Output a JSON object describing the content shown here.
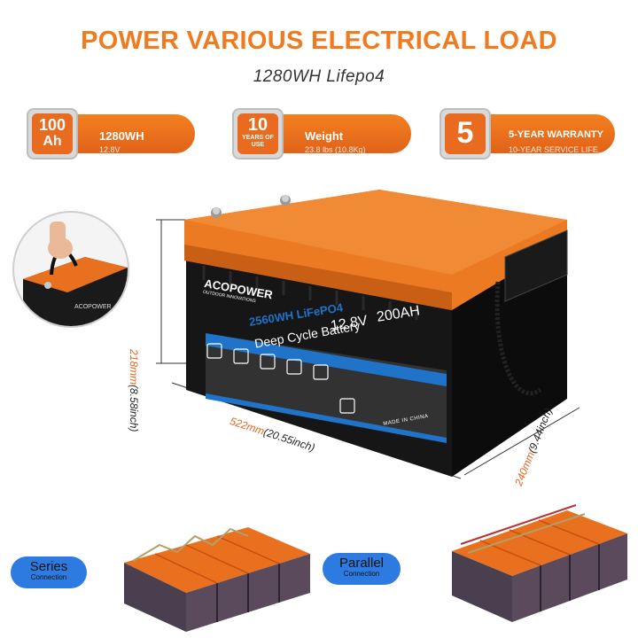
{
  "title": "POWER VARIOUS ELECTRICAL LOAD",
  "subtitle": "1280WH   Lifepo4",
  "badges": [
    {
      "tile_top": "100",
      "tile_bottom": "Ah",
      "name": "1280WH",
      "sub": "12.8V"
    },
    {
      "tile_top": "10",
      "tile_bottom": "YEARS OF USE",
      "name": "Weight",
      "sub": "23.8 lbs (10.8Kg)"
    },
    {
      "tile_top": "5",
      "tile_bottom": "",
      "name": "5-YEAR WARRANTY",
      "sub": "10-YEAR SERVICE LIFE"
    }
  ],
  "battery": {
    "brand": "ACOPOWER",
    "brand_sub": "OUTDOOR INNOVATIONS",
    "wh_label": "2560WH LiFePO4",
    "voltage": "12.8V",
    "capacity": "200AH",
    "type": "Deep Cycle Battery",
    "made_in": "MADE IN CHINA"
  },
  "dimensions": {
    "height": {
      "mm": "218mm",
      "inch": "(8.58inch)"
    },
    "length": {
      "mm": "522mm",
      "inch": "(20.55inch)"
    },
    "width": {
      "mm": "240mm",
      "inch": "(9.44inch)"
    }
  },
  "connections": [
    {
      "label": "Series",
      "sub": "Connection"
    },
    {
      "label": "Parallel",
      "sub": "Connection"
    }
  ],
  "colors": {
    "accent": "#f07a1f",
    "case": "#1c1c1c",
    "lid": "#e8701e",
    "label_blue": "#1f73c8"
  }
}
